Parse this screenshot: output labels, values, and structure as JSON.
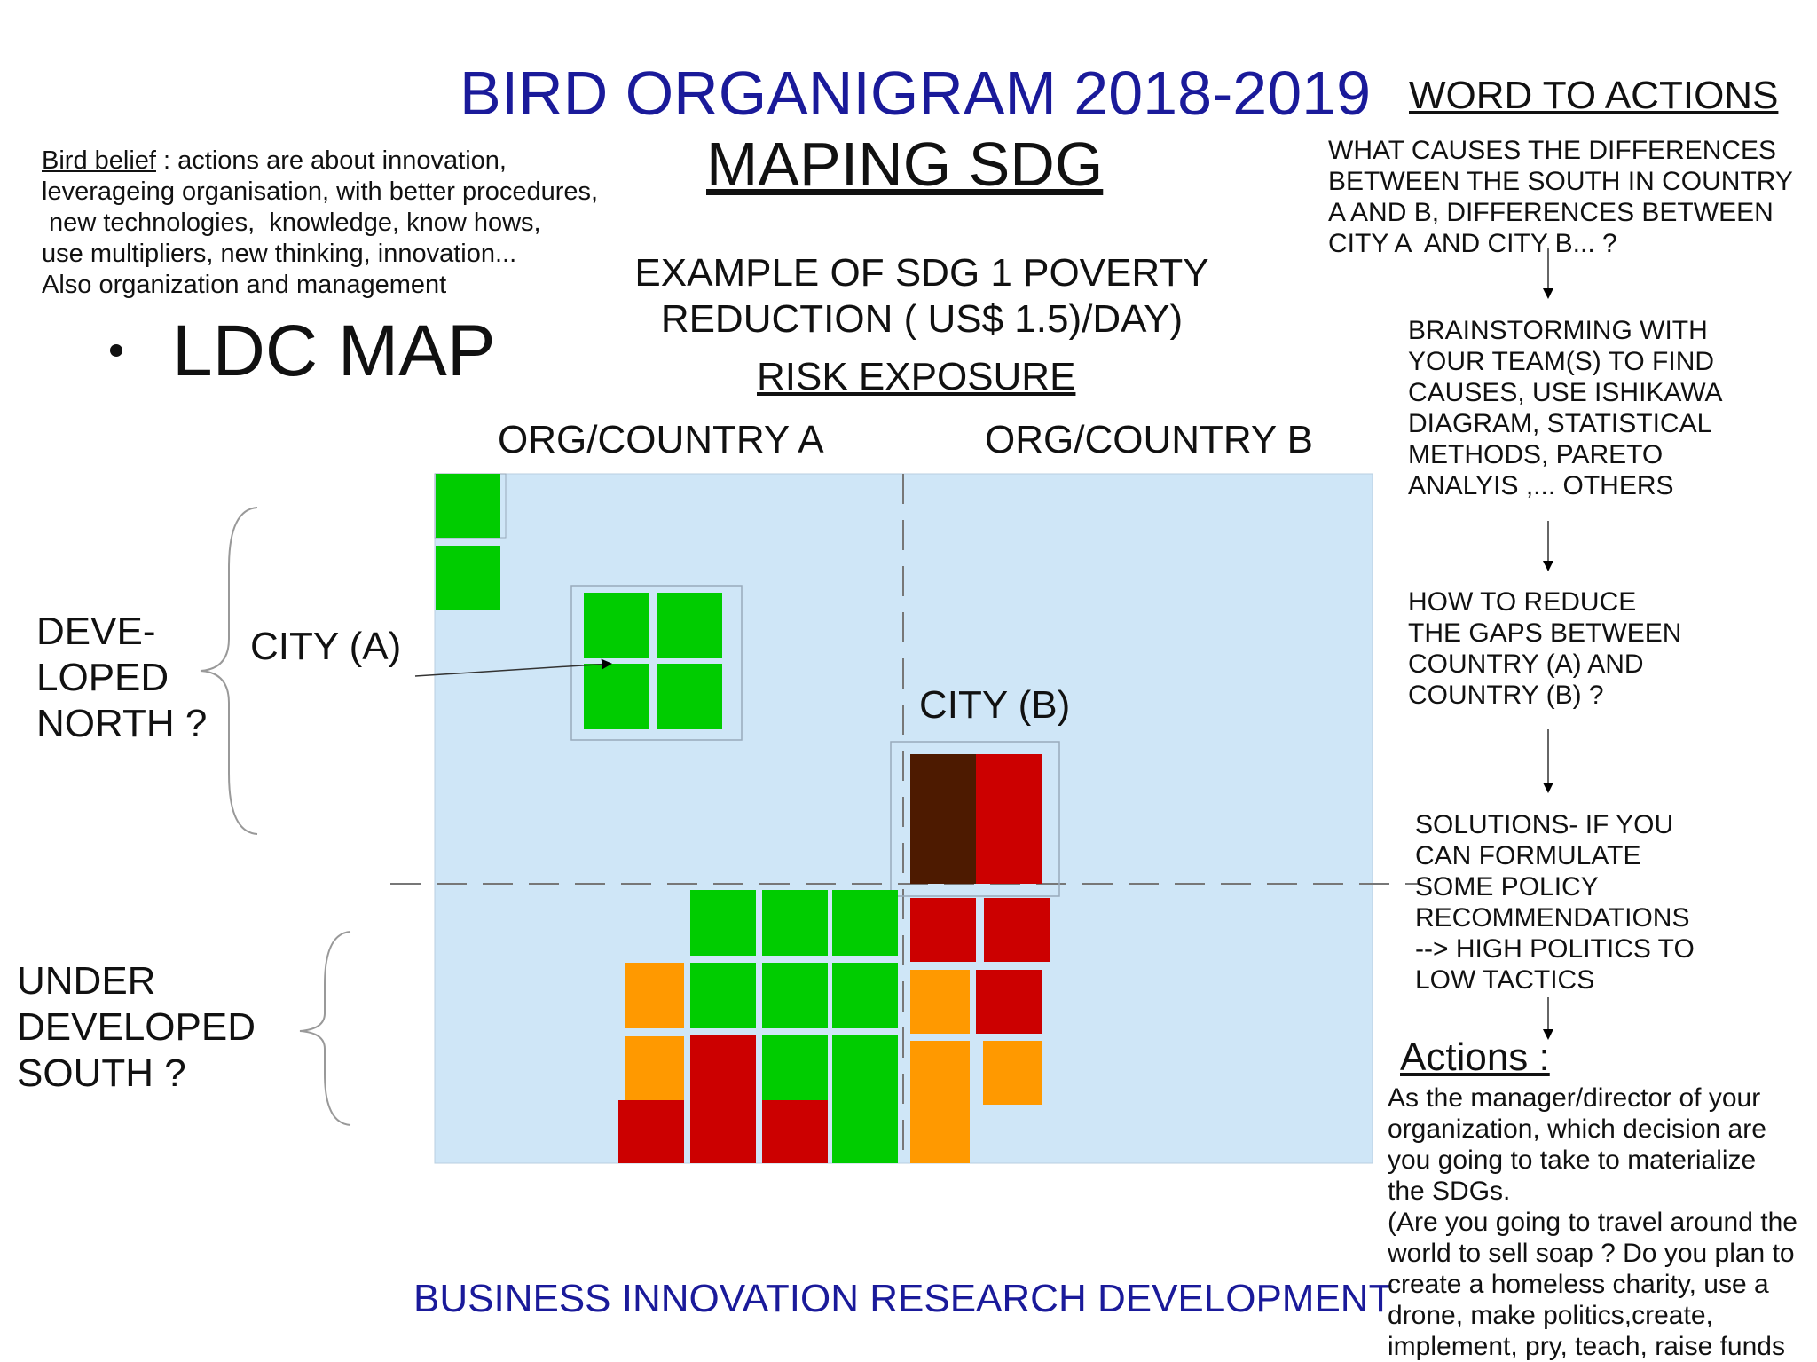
{
  "header": {
    "title": "BIRD ORGANIGRAM 2018-2019",
    "subtitle": "MAPING SDG"
  },
  "belief": {
    "label": "Bird belief",
    "text": " : actions are about innovation,\nleverageing organisation, with better procedures,\n new technologies,  knowledge, know hows,\nuse multipliers, new thinking, innovation...\nAlso organization and management"
  },
  "ldc": "LDC MAP",
  "example": {
    "text": "EXAMPLE OF SDG 1 POVERTY\nREDUCTION ( US$ 1.5)/DAY)",
    "risk": "RISK EXPOSURE"
  },
  "map": {
    "country_a": "ORG/COUNTRY A",
    "country_b": "ORG/COUNTRY B",
    "north_label": "DEVE-\nLOPED\nNORTH ?",
    "south_label": "UNDER\nDEVELOPED\nSOUTH ?",
    "city_a": "CITY (A)",
    "city_b": "CITY (B)",
    "background_color": "#cfe6f7",
    "colors": {
      "green": "#00cc00",
      "red": "#cc0000",
      "orange": "#ff9900",
      "brown": "#4d1a00"
    }
  },
  "footer": "BUSINESS INNOVATION RESEARCH DEVELOPMENT",
  "word_to_actions": {
    "title": "WORD TO ACTIONS",
    "steps": [
      "WHAT CAUSES THE DIFFERENCES\nBETWEEN THE SOUTH IN COUNTRY\nA AND B, DIFFERENCES BETWEEN\nCITY A  AND CITY B... ?",
      "BRAINSTORMING WITH\nYOUR TEAM(S) TO FIND\nCAUSES, USE ISHIKAWA\nDIAGRAM, STATISTICAL\nMETHODS, PARETO\nANALYIS ,... OTHERS",
      "HOW TO REDUCE\nTHE GAPS BETWEEN\nCOUNTRY (A) AND\nCOUNTRY (B) ?",
      "SOLUTIONS- IF YOU\nCAN FORMULATE\nSOME POLICY\nRECOMMENDATIONS\n--> HIGH POLITICS TO\nLOW TACTICS"
    ],
    "actions_title": "Actions :",
    "actions_text": "As the manager/director of your\norganization, which decision are\nyou going to take to materialize\nthe SDGs.\n(Are you going to travel around the\nworld to sell soap ? Do you plan to\ncreate a homeless charity, use a\ndrone, make politics,create,\nimplement, pry, teach, raise funds"
  }
}
